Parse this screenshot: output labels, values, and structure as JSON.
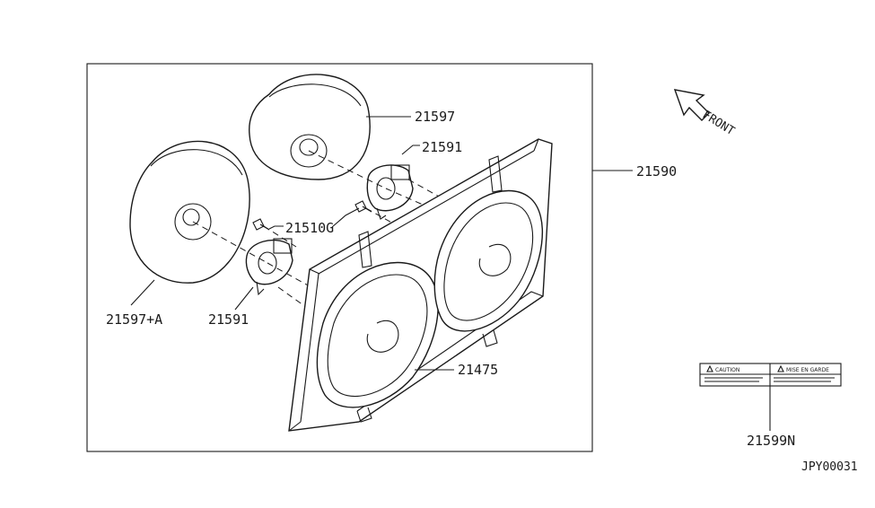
{
  "parts": {
    "p21590": "21590",
    "p21597": "21597",
    "p21591_upper": "21591",
    "p21510G": "21510G",
    "p21597A": "21597+A",
    "p21591_lower": "21591",
    "p21475": "21475",
    "p21599N": "21599N"
  },
  "front_indicator": "FRONT",
  "caution_label": {
    "caution": "CAUTION",
    "mise_en_garde": "MISE EN GARDE"
  },
  "reference_code": "JPY00031"
}
